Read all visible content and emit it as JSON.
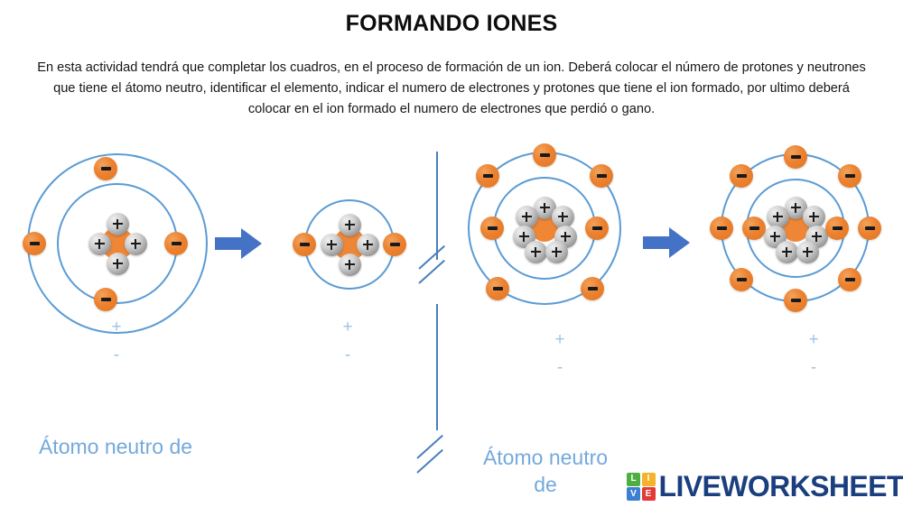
{
  "title": "FORMANDO IONES",
  "intro": "En esta actividad tendrá que completar los cuadros, en el proceso de formación de un ion. Deberá colocar el número de protones y neutrones que tiene el átomo neutro, identificar el elemento, indicar el numero de electrones y protones que tiene el ion formado, por ultimo deberá colocar en el ion formado el numero de electrones que perdió o gano.",
  "colors": {
    "ring_blue": "#5a9bd5",
    "electron_orange": "#ec8130",
    "proton_gray": "#b0b0b0",
    "nucleus_core_orange": "#ef8636",
    "arrow_blue": "#4472c4",
    "caption_blue": "#74a9dc",
    "slot_blue": "#9dc3e6",
    "divider_blue": "#4a7ebb",
    "title_black": "#0d0d0d",
    "logo_navy": "#1b3f7e"
  },
  "atoms": [
    {
      "id": "atom-1",
      "role": "neutral-atom-left",
      "proton_count": 4,
      "ring_count": 2,
      "electron_count": 4,
      "slot_plus": "+",
      "slot_minus": "-"
    },
    {
      "id": "atom-2",
      "role": "ion-left",
      "proton_count": 4,
      "ring_count": 1,
      "electron_count": 2,
      "slot_plus": "+",
      "slot_minus": "-"
    },
    {
      "id": "atom-3",
      "role": "neutral-atom-right",
      "proton_count": 7,
      "ring_count": 2,
      "electron_count": 7,
      "slot_plus": "+",
      "slot_minus": "-"
    },
    {
      "id": "atom-4",
      "role": "ion-right",
      "proton_count": 7,
      "ring_count": 2,
      "electron_count": 10,
      "slot_plus": "+",
      "slot_minus": "-"
    }
  ],
  "captions": {
    "left": "Átomo neutro de",
    "right": "Átomo neutro de"
  },
  "logo": {
    "squares": [
      "L",
      "I",
      "V",
      "E"
    ],
    "wordmark": "LIVEWORKSHEETS"
  }
}
